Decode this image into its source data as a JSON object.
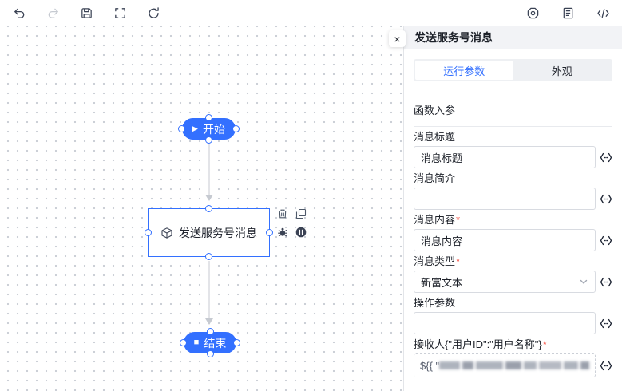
{
  "toolbar": {
    "icons_left": [
      "undo",
      "redo",
      "save",
      "fit-view",
      "refresh"
    ],
    "icons_right": [
      "settings",
      "document",
      "code"
    ]
  },
  "icons": {
    "close": "×",
    "play": "▶",
    "stop": "■"
  },
  "canvas": {
    "nodes": [
      {
        "id": "start",
        "type": "start",
        "label": "开始"
      },
      {
        "id": "send",
        "type": "task",
        "label": "发送服务号消息"
      },
      {
        "id": "end",
        "type": "end",
        "label": "结束"
      }
    ],
    "node_actions": [
      "delete",
      "copy",
      "debug",
      "breakpoint"
    ]
  },
  "panel": {
    "title": "发送服务号消息",
    "tabs": [
      {
        "label": "运行参数",
        "active": true
      },
      {
        "label": "外观",
        "active": false
      }
    ],
    "section_title": "函数入参",
    "required_mark": "*",
    "fields": [
      {
        "label": "消息标题",
        "value": "消息标题",
        "required": false,
        "type": "input"
      },
      {
        "label": "消息简介",
        "value": "",
        "required": false,
        "type": "input"
      },
      {
        "label": "消息内容",
        "value": "消息内容",
        "required": true,
        "type": "input"
      },
      {
        "label": "消息类型",
        "value": "新富文本",
        "required": true,
        "type": "select"
      },
      {
        "label": "操作参数",
        "value": "",
        "required": false,
        "type": "input"
      },
      {
        "label": "接收人{\"用户ID\":\"用户名称\"}",
        "value_prefix": "${{ \"",
        "required": true,
        "type": "input",
        "redacted": true
      }
    ]
  }
}
